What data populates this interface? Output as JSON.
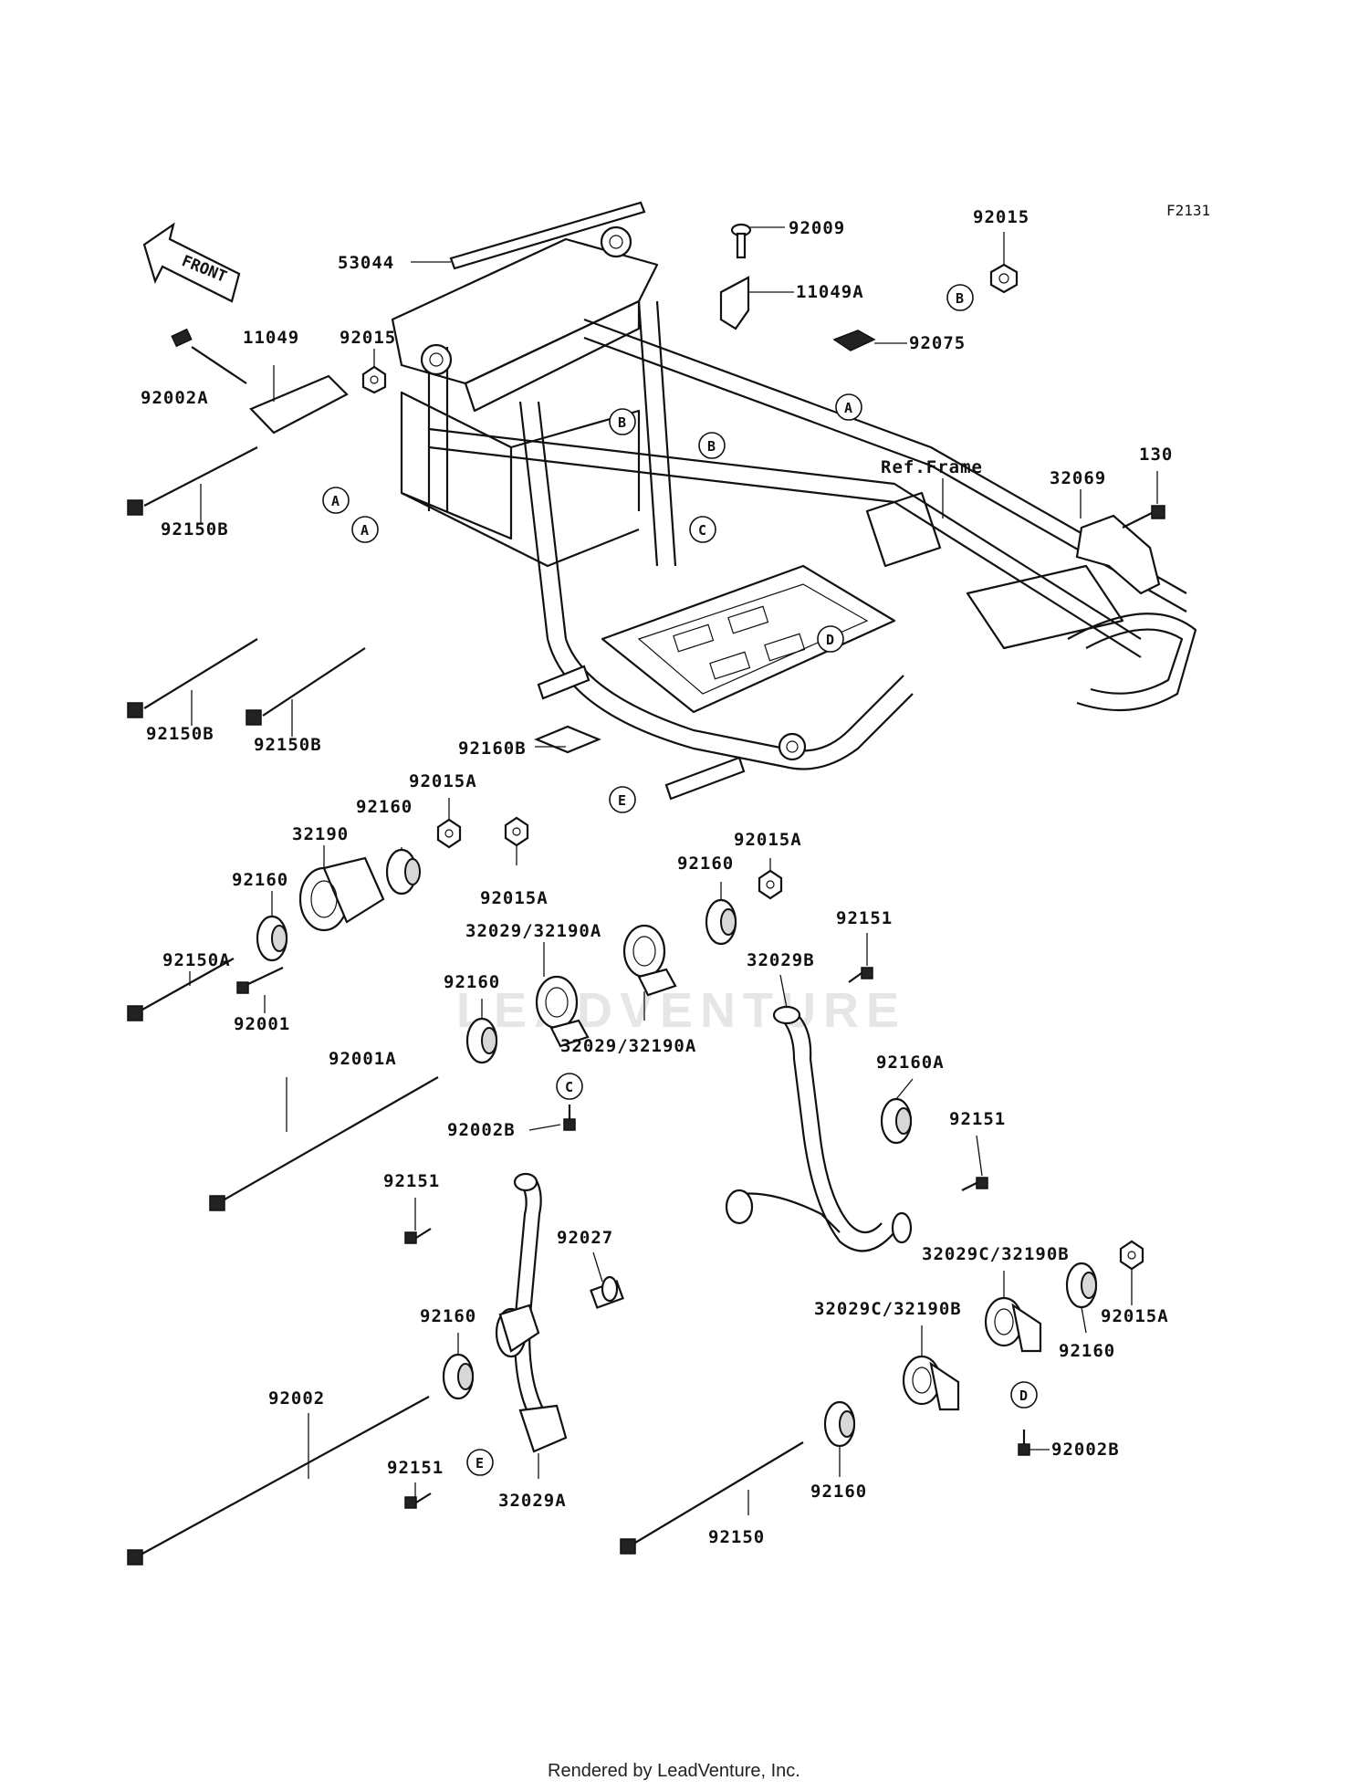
{
  "diagram_code": "F2131",
  "front_label": "FRONT",
  "ref_frame_label": "Ref.Frame",
  "footer": "Rendered by LeadVenture, Inc.",
  "watermark": "LEADVENTURE",
  "parts": {
    "p53044": "53044",
    "p92009": "92009",
    "p92015_top": "92015",
    "p11049A": "11049A",
    "p92075": "92075",
    "p11049": "11049",
    "p92015_left": "92015",
    "p92002A": "92002A",
    "p92150B_1": "92150B",
    "p92150B_2": "92150B",
    "p92150B_3": "92150B",
    "p32069": "32069",
    "p130": "130",
    "p92160B": "92160B",
    "p92015A_1": "92015A",
    "p92160_1": "92160",
    "p32190": "32190",
    "p92160_2": "92160",
    "p92015A_2": "92015A",
    "p92150A": "92150A",
    "p92001": "92001",
    "p92015A_3": "92015A",
    "p92160_3": "92160",
    "p32029_32190A_1": "32029/32190A",
    "p92160_4": "92160",
    "p32029_32190A_2": "32029/32190A",
    "p92151_1": "92151",
    "p32029B": "32029B",
    "p92001A": "92001A",
    "p92002B_1": "92002B",
    "p92160A": "92160A",
    "p92151_2": "92151",
    "p92151_3": "92151",
    "p92027": "92027",
    "p32029C_32190B_1": "32029C/32190B",
    "p32029C_32190B_2": "32029C/32190B",
    "p92015A_4": "92015A",
    "p92160_5": "92160",
    "p92160_6": "92160",
    "p92002": "92002",
    "p92151_4": "92151",
    "p32029A": "32029A",
    "p92160_7": "92160",
    "p92002B_2": "92002B",
    "p92150": "92150"
  },
  "ref_codes": {
    "A": "A",
    "B": "B",
    "C": "C",
    "D": "D",
    "E": "E"
  }
}
